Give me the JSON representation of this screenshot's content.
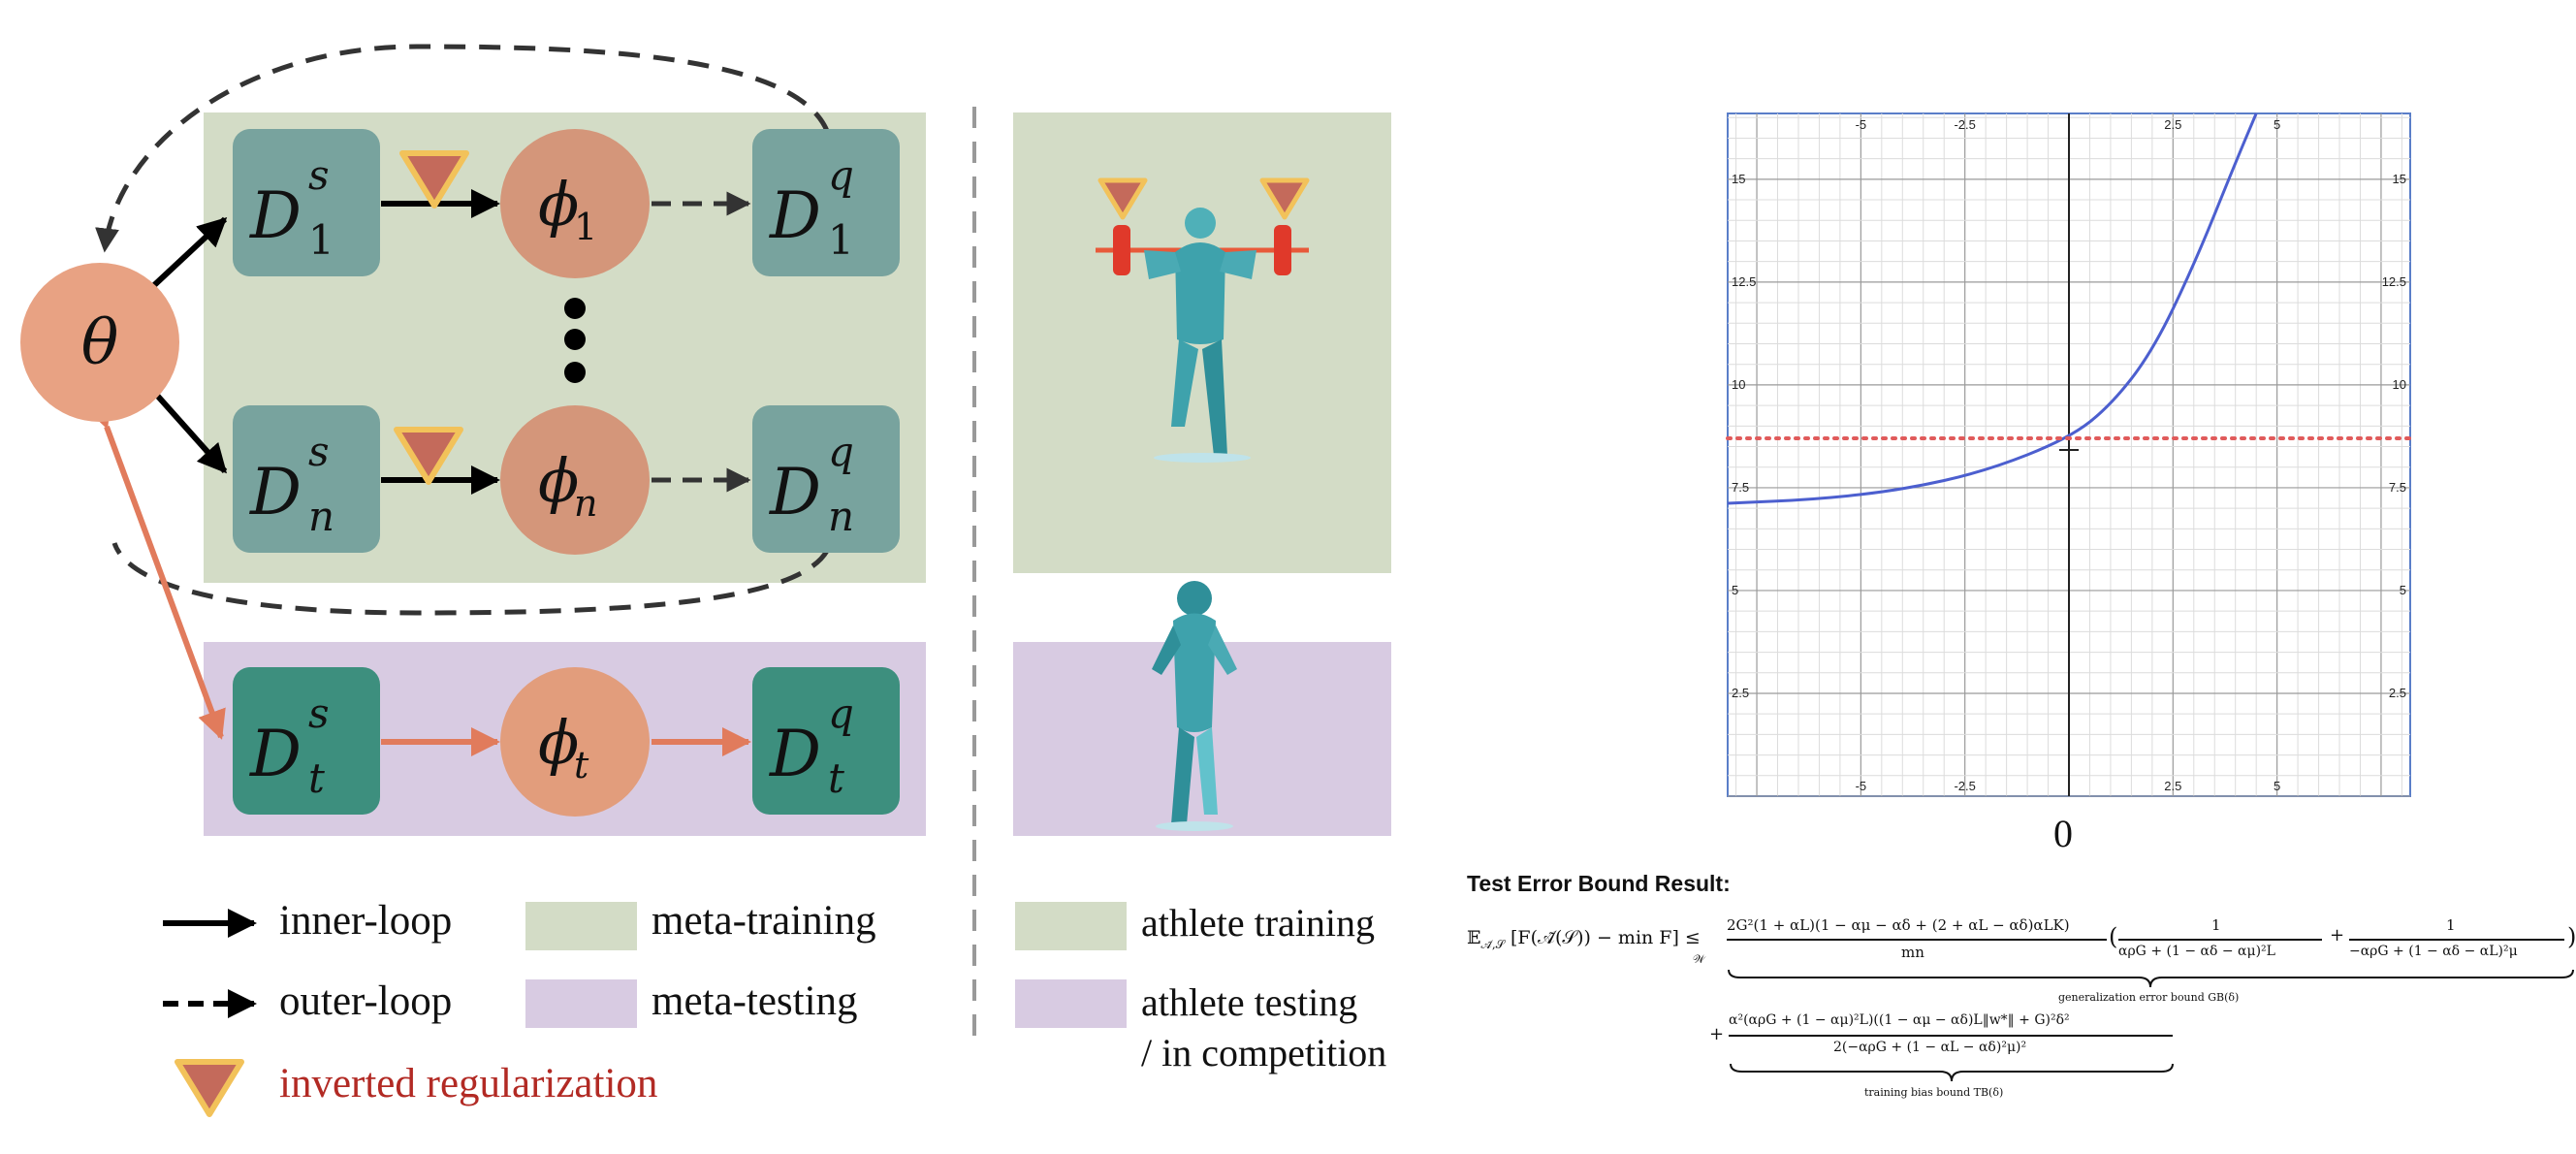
{
  "diagram": {
    "theta": "θ",
    "nodes": {
      "d1s": {
        "base": "D",
        "sup": "s",
        "sub": "1"
      },
      "d1q": {
        "base": "D",
        "sup": "q",
        "sub": "1"
      },
      "dns": {
        "base": "D",
        "sup": "s",
        "sub": "n"
      },
      "dnq": {
        "base": "D",
        "sup": "q",
        "sub": "n"
      },
      "dts": {
        "base": "D",
        "sup": "s",
        "sub": "t"
      },
      "dtq": {
        "base": "D",
        "sup": "q",
        "sub": "t"
      },
      "phi1": {
        "base": "ϕ",
        "sub": "1"
      },
      "phin": {
        "base": "ϕ",
        "sub": "n"
      },
      "phit": {
        "base": "ϕ",
        "sub": "t"
      }
    },
    "colors": {
      "meta_training_bg": "#d3dcc6",
      "meta_testing_bg": "#d8cbe2",
      "task_box": "#78a39e",
      "test_box": "#3d8f7e",
      "phi_circle": "#d4967a",
      "phi_test_circle": "#e29d7c",
      "theta_circle": "#e8a283",
      "triangle_fill": "#c46a5b",
      "triangle_edge": "#f2c25a",
      "arrow_test": "#e17b5c",
      "legend_red_text": "#b22a24"
    }
  },
  "legend": {
    "inner_loop": "inner-loop",
    "outer_loop": "outer-loop",
    "meta_training": "meta-training",
    "meta_testing": "meta-testing",
    "inverted_regularization": "inverted regularization",
    "athlete_training": "athlete training",
    "athlete_testing_line1": "athlete testing",
    "athlete_testing_line2": "/ in competition"
  },
  "plot": {
    "x_label_below": "0"
  },
  "chart_data": {
    "type": "line",
    "x_range": [
      -8.2,
      8.2
    ],
    "y_range": [
      0,
      16.6
    ],
    "x_ticks": [
      "-5",
      "-2.5",
      "2.5",
      "5"
    ],
    "y_ticks": [
      "2.5",
      "5",
      "7.5",
      "10",
      "12.5",
      "15"
    ],
    "grid": true,
    "series": [
      {
        "style": "solid",
        "color": "#4c5fcf",
        "x": [
          -8.2,
          -6,
          -4,
          -2,
          0,
          1,
          2,
          3,
          4,
          4.5
        ],
        "y": [
          7.12,
          7.22,
          7.45,
          7.9,
          8.7,
          9.5,
          10.8,
          12.9,
          15.4,
          16.6
        ]
      },
      {
        "style": "dotted",
        "color": "#e05b5b",
        "x": [
          -8.2,
          8.2
        ],
        "y": [
          8.7,
          8.7
        ]
      }
    ]
  },
  "formula": {
    "title": "Test Error Bound Result:",
    "lhs": "𝔼",
    "lhs_sub": "𝒜̃,𝒮",
    "lhs_body": "[F(𝒜̃(𝒮)) − min F] ≤",
    "lhs_min_sub": "𝒲",
    "gb_numerator": "2G²(1 + αL)(1 − αμ − αδ + (2 + αL − αδ)αLK)",
    "gb_denominator": "mn",
    "gb_frac1_num": "1",
    "gb_frac1_den": "αρG + (1 − αδ − αμ)²L",
    "gb_frac2_num": "1",
    "gb_frac2_den": "−αρG + (1 − αδ − αL)²μ",
    "gb_label": "generalization error bound GB(δ)",
    "tb_numerator": "α²(αρG + (1 − αμ)²L)((1 − αμ − αδ)L‖w*‖ + G)²δ²",
    "tb_denominator": "2(−αρG + (1 − αL − αδ)²μ)²",
    "tb_label": "training bias bound TB(δ)"
  }
}
